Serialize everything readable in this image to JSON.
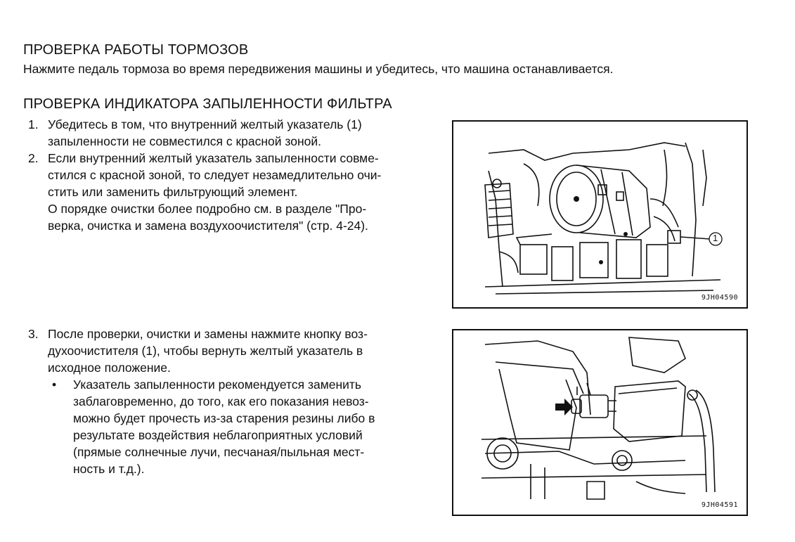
{
  "section1": {
    "title": "ПРОВЕРКА РАБОТЫ ТОРМОЗОВ",
    "text": "Нажмите педаль тормоза во время передвижения машины и убедитесь, что машина останавливается."
  },
  "section2": {
    "title": "ПРОВЕРКА ИНДИКАТОРА ЗАПЫЛЕННОСТИ ФИЛЬТРА",
    "items": [
      {
        "num": "1.",
        "lines": [
          "Убедитесь в том, что внутренний желтый указатель (1)",
          "запыленности не совместился с красной зоной."
        ]
      },
      {
        "num": "2.",
        "lines": [
          "Если внутренний желтый указатель запыленности совме-",
          "стился с красной зоной, то следует незамедлительно очи-",
          "стить или заменить фильтрующий элемент.",
          "О порядке очистки более подробно см. в разделе \"Про-",
          "верка, очистка и замена воздухоочистителя\" (стр. 4-24)."
        ]
      },
      {
        "num": "3.",
        "lines": [
          "После проверки, очистки и замены нажмите кнопку воз-",
          "духоочистителя (1), чтобы вернуть желтый указатель в",
          "исходное положение."
        ],
        "bullet": {
          "symbol": "•",
          "lines": [
            "Указатель запыленности рекомендуется заменить",
            "заблаговременно, до того, как его показания невоз-",
            "можно будет прочесть из-за старения резины либо в",
            "результате воздействия неблагоприятных условий",
            "(прямые солнечные лучи, песчаная/пыльная мест-",
            "ность и т.д.)."
          ]
        }
      }
    ]
  },
  "figures": [
    {
      "code": "9JH04590",
      "callout": "1"
    },
    {
      "code": "9JH04591"
    }
  ]
}
